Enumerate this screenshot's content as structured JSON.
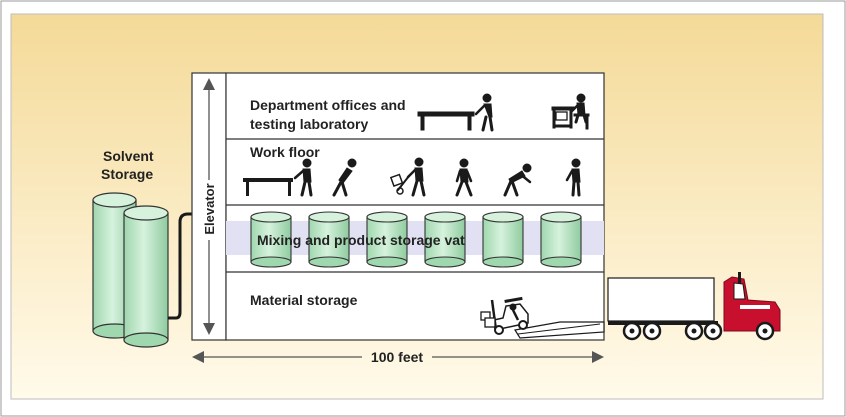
{
  "diagram": {
    "solvent_storage_line1": "Solvent",
    "solvent_storage_line2": "Storage",
    "elevator_label": "Elevator",
    "floors": {
      "offices_line1": "Department offices and",
      "offices_line2": "testing laboratory",
      "work_floor": "Work floor",
      "mixing_vats": "Mixing and product storage vat",
      "material_storage": "Material storage"
    },
    "dimension_label": "100 feet",
    "vat_count": 6
  },
  "colors": {
    "background_top": "#f5dc9c",
    "background_bottom": "#fef8e6",
    "vat_fill": "#bfe8c8",
    "vat_band": "#e2e1f3",
    "truck_cab": "#c8102e",
    "outline": "#1a1a1a"
  }
}
